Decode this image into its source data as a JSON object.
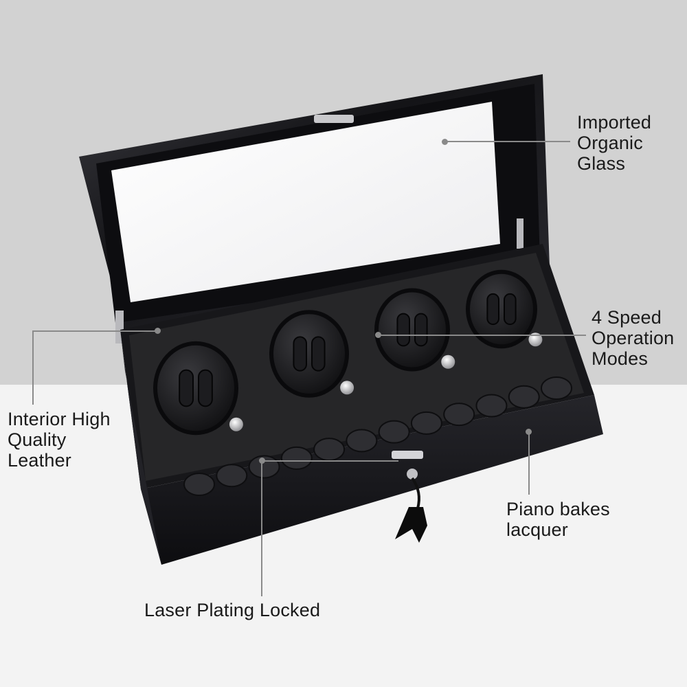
{
  "callouts": {
    "glass": {
      "lines": [
        "Imported",
        "Organic",
        "Glass"
      ]
    },
    "speed": {
      "lines": [
        "4 Speed",
        "Operation",
        "Modes"
      ]
    },
    "leather": {
      "lines": [
        "Interior High",
        "Quality",
        "Leather"
      ]
    },
    "lacquer": {
      "lines": [
        "Piano bakes",
        "lacquer"
      ]
    },
    "lock": {
      "lines": [
        "Laser Plating Locked"
      ]
    }
  },
  "colors": {
    "background_top": "#d2d2d2",
    "background_bottom": "#f3f3f3",
    "box_lacquer": "#1b1b1f",
    "leather": "#262628",
    "glass": "#f6f6f8",
    "callout_line": "#8a8a8a"
  },
  "product": {
    "winder_count": 4,
    "watch_slots": 12
  }
}
